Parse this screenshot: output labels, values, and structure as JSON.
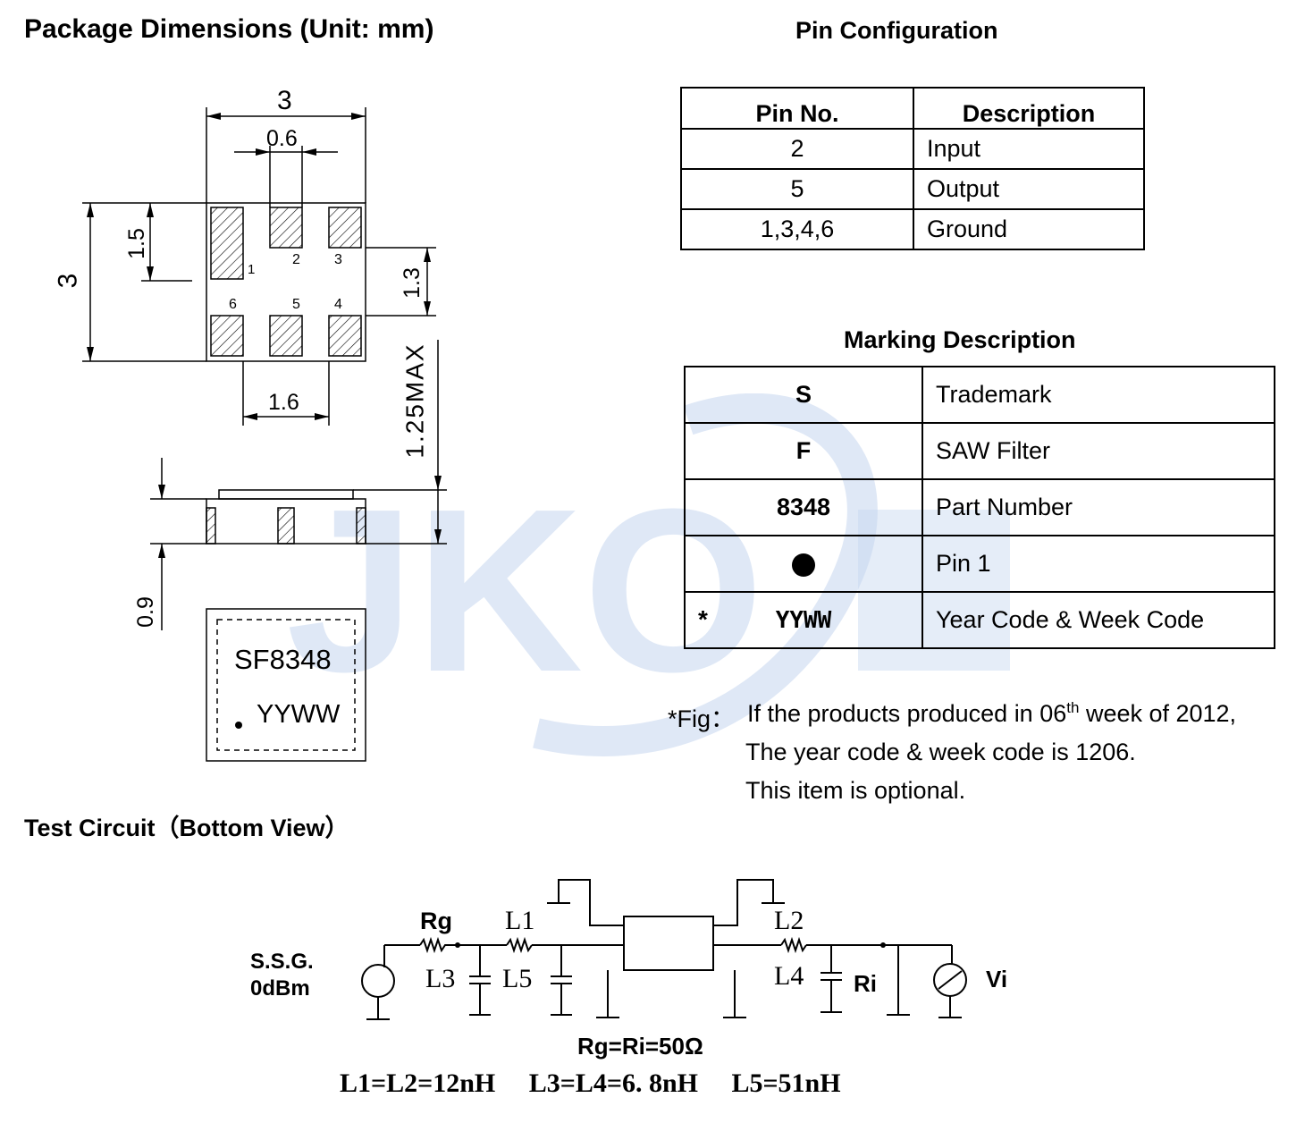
{
  "titles": {
    "package": "Package Dimensions (Unit: mm)",
    "pin_config": "Pin Configuration",
    "marking": "Marking Description",
    "test_circuit": "Test Circuit（Bottom View）"
  },
  "dimensions": {
    "width": "3",
    "pad_width": "0.6",
    "height": "3",
    "pad_height": "1.5",
    "pad_gap": "1.3",
    "pad_pitch": "1.6",
    "max_height": "1.25MAX",
    "base_height": "0.9"
  },
  "pin_numbers": [
    "1",
    "2",
    "3",
    "4",
    "5",
    "6"
  ],
  "top_marking": {
    "part": "SF8348",
    "code": "YYWW"
  },
  "pin_table": {
    "headers": [
      "Pin No.",
      "Description"
    ],
    "rows": [
      {
        "pin": "2",
        "desc": "Input"
      },
      {
        "pin": "5",
        "desc": "Output"
      },
      {
        "pin": "1,3,4,6",
        "desc": "Ground"
      }
    ]
  },
  "marking_table": {
    "rows": [
      {
        "mark": "S",
        "desc": "Trademark"
      },
      {
        "mark": "F",
        "desc": "SAW Filter"
      },
      {
        "mark": "8348",
        "desc": "Part Number"
      },
      {
        "mark": "●",
        "desc": "Pin 1"
      },
      {
        "star": "*",
        "mark": "YYWW",
        "desc": "Year Code & Week Code"
      }
    ]
  },
  "note": {
    "prefix": "*Fig：",
    "line1_a": "If the products produced in 06",
    "line1_sup": "th",
    "line1_b": " week of 2012,",
    "line2": "The year code & week code is 1206.",
    "line3": "This item is optional."
  },
  "circuit": {
    "source_label_1": "S.S.G.",
    "source_label_2": "0dBm",
    "rg": "Rg",
    "l1": "L1",
    "l2": "L2",
    "l3": "L3",
    "l4": "L4",
    "l5": "L5",
    "ri": "Ri",
    "vi": "Vi",
    "eq1": "Rg=Ri=50Ω",
    "eq2": "L1=L2=12nH     L3=L4=6. 8nH     L5=51nH"
  },
  "watermark": "JKO"
}
